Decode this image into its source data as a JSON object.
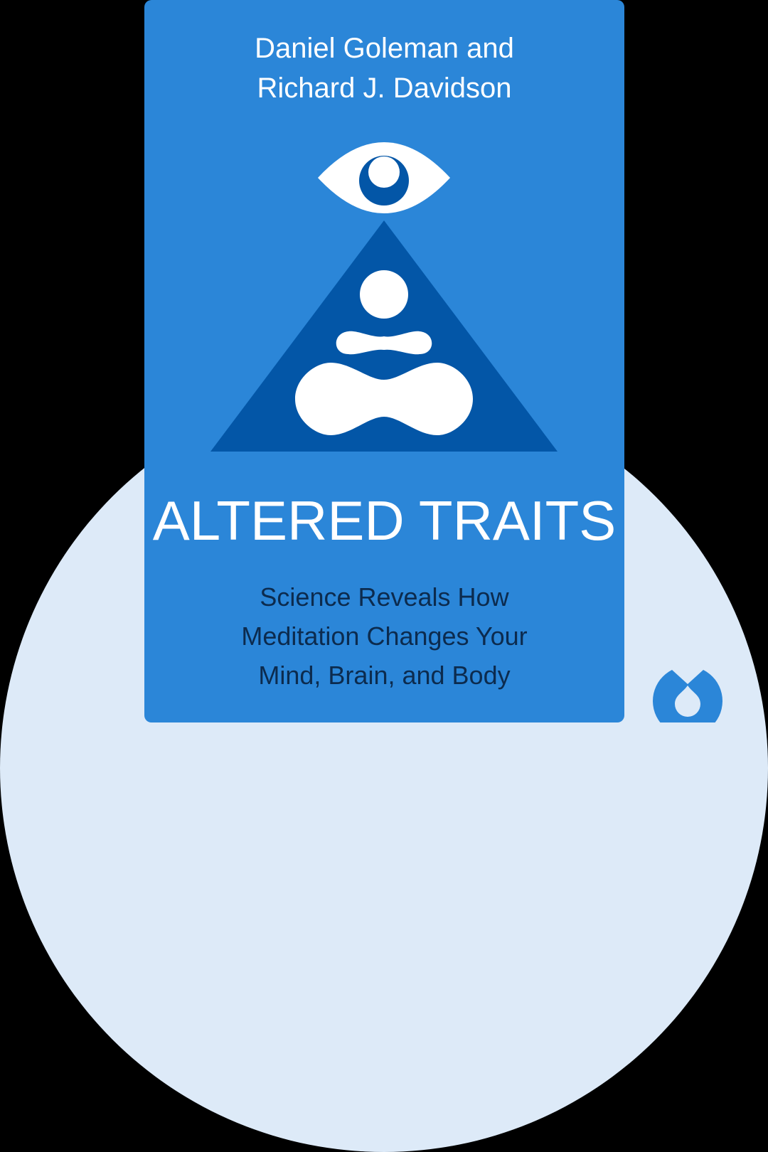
{
  "cover": {
    "authors": [
      "Daniel Goleman and",
      "Richard J. Davidson"
    ],
    "title": "ALTERED TRAITS",
    "subtitle": [
      "Science Reveals How",
      "Meditation Changes Your",
      "Mind, Brain, and Body"
    ]
  },
  "illustration": {
    "icons": [
      "eye-icon",
      "triangle-shape",
      "meditating-figure-icon"
    ]
  },
  "brand": {
    "logo": "blinkist-logo-icon"
  },
  "colors": {
    "background_circle": "#ddeaf8",
    "book_cover": "#2b86d8",
    "triangle": "#0356a7",
    "title_text": "#ffffff",
    "subtitle_text": "#0c2b4e",
    "logo": "#2b86d8"
  }
}
